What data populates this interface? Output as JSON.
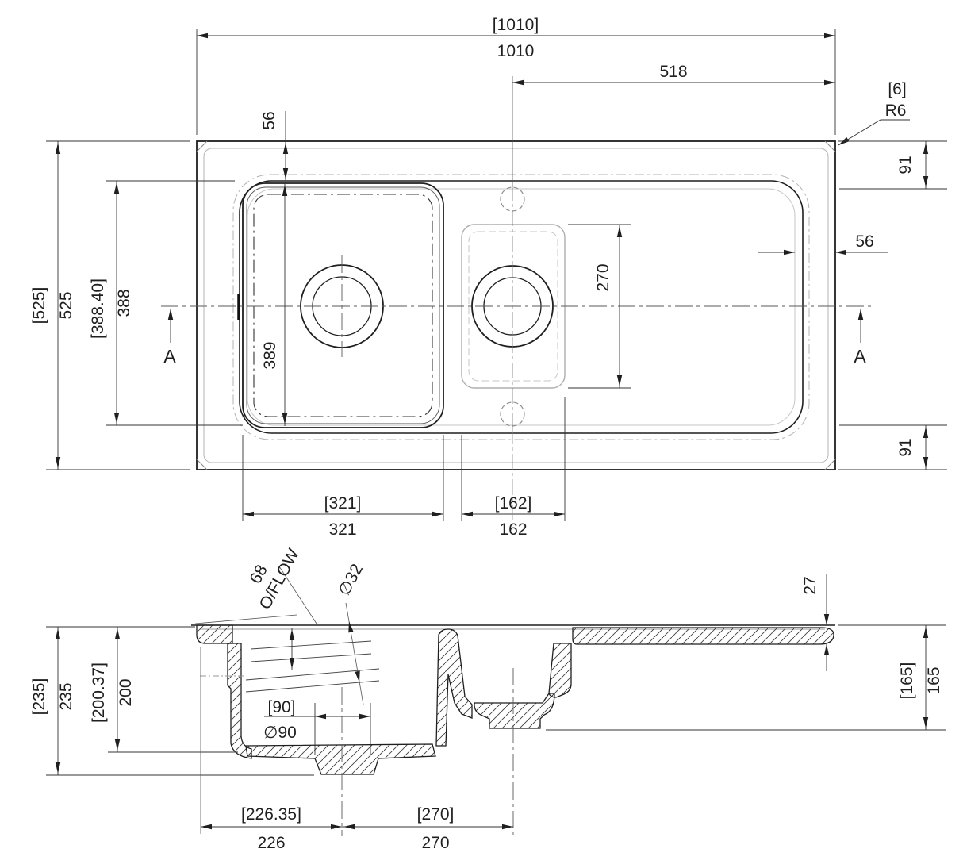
{
  "plan": {
    "overall_width_bracket": "[1010]",
    "overall_width": "1010",
    "tap_to_right_edge": "518",
    "corner_radius_bracket": "[6]",
    "corner_radius": "R6",
    "rim_to_bowl_top": "56",
    "drainer_top_margin": "91",
    "drainer_right_margin": "56",
    "half_bowl_length": "270",
    "section_arrow_left": "A",
    "section_arrow_right": "A",
    "overall_depth_bracket": "[525]",
    "overall_depth": "525",
    "bowl_span_bracket": "[388.40]",
    "bowl_span": "388",
    "bowl_inner_span": "389",
    "drainer_bottom_margin": "91",
    "main_bowl_width_bracket": "[321]",
    "main_bowl_width": "321",
    "half_bowl_width_bracket": "[162]",
    "half_bowl_width": "162"
  },
  "section": {
    "overflow_height": "68",
    "overflow_label": "O/FLOW",
    "overflow_diameter": "∅32",
    "drainer_edge_thickness": "27",
    "overall_height_bracket": "[235]",
    "overall_height": "235",
    "bowl_depth_bracket": "[200.37]",
    "bowl_depth": "200",
    "waste_diameter_bracket": "[90]",
    "waste_diameter": "∅90",
    "right_edge_height_bracket": "[165]",
    "right_edge_height": "165",
    "waste_offset_bracket": "[226.35]",
    "waste_offset": "226",
    "waste_spacing_bracket": "[270]",
    "waste_spacing": "270"
  }
}
